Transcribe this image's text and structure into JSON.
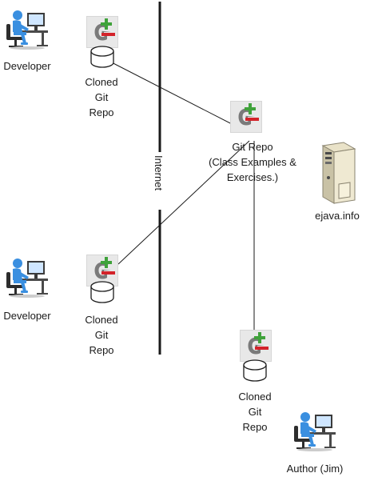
{
  "nodes": {
    "developer_top": {
      "label": "Developer",
      "icon": "developer-workstation-icon"
    },
    "developer_bottom": {
      "label": "Developer",
      "icon": "developer-workstation-icon"
    },
    "author": {
      "label": "Author (Jim)",
      "icon": "developer-workstation-icon"
    },
    "server": {
      "label": "ejava.info",
      "icon": "server-tower-icon"
    },
    "central_repo": {
      "lines": [
        "Git Repo",
        "(Class Examples &",
        "Exercises.)"
      ],
      "icon": "git-logo-icon"
    },
    "cloned_top": {
      "lines": [
        "Cloned",
        "Git",
        "Repo"
      ],
      "icon": "git-logo-icon"
    },
    "cloned_bottom": {
      "lines": [
        "Cloned",
        "Git",
        "Repo"
      ],
      "icon": "git-logo-icon"
    },
    "cloned_author": {
      "lines": [
        "Cloned",
        "Git",
        "Repo"
      ],
      "icon": "git-logo-icon"
    }
  },
  "boundary": {
    "label": "Internet"
  },
  "colors": {
    "git_red": "#d3232a",
    "git_green": "#3fa23a",
    "person_blue": "#3a8fe0",
    "line": "#1a1a1a"
  }
}
